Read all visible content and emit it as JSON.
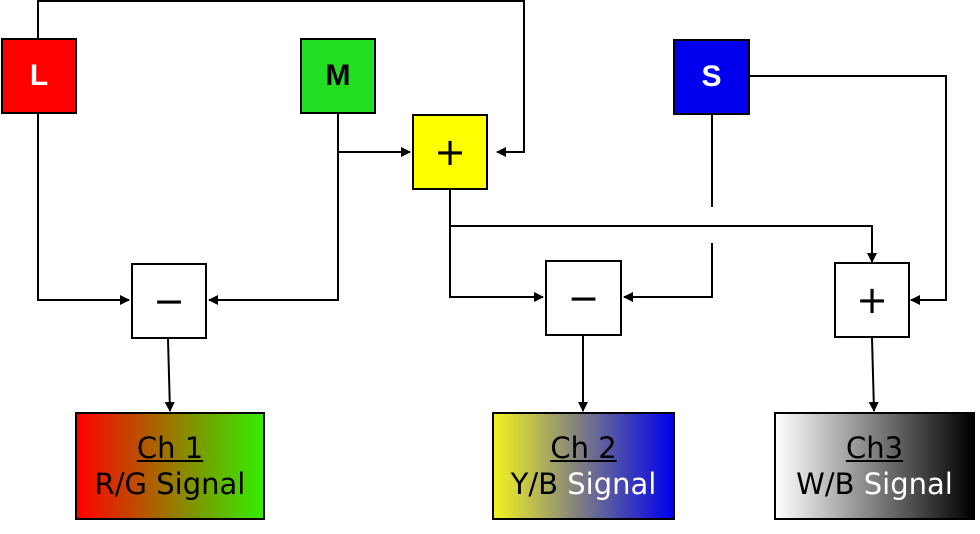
{
  "colors": {
    "L": "#ff0000",
    "M": "#22dd22",
    "S": "#0000ee",
    "sum": "#ffff00",
    "ch1_gradient": [
      "#ff0000",
      "#33ee00"
    ],
    "ch2_gradient": [
      "#f2f222",
      "#0000ee"
    ],
    "ch3_gradient": [
      "#ffffff",
      "#000000"
    ]
  },
  "cones": {
    "L": {
      "label": "L"
    },
    "M": {
      "label": "M"
    },
    "S": {
      "label": "S"
    }
  },
  "operators": {
    "sum_lm": "+",
    "diff_rg": "−",
    "diff_yb": "−",
    "sum_wb": "+"
  },
  "channels": {
    "ch1": {
      "title": "Ch 1",
      "signal": "R/G Signal"
    },
    "ch2": {
      "title": "Ch 2",
      "signal_part1": "Y/B ",
      "signal_part2": "Signal"
    },
    "ch3": {
      "title": "Ch3",
      "signal_part1": "W/B ",
      "signal_part2": "Signal"
    }
  }
}
